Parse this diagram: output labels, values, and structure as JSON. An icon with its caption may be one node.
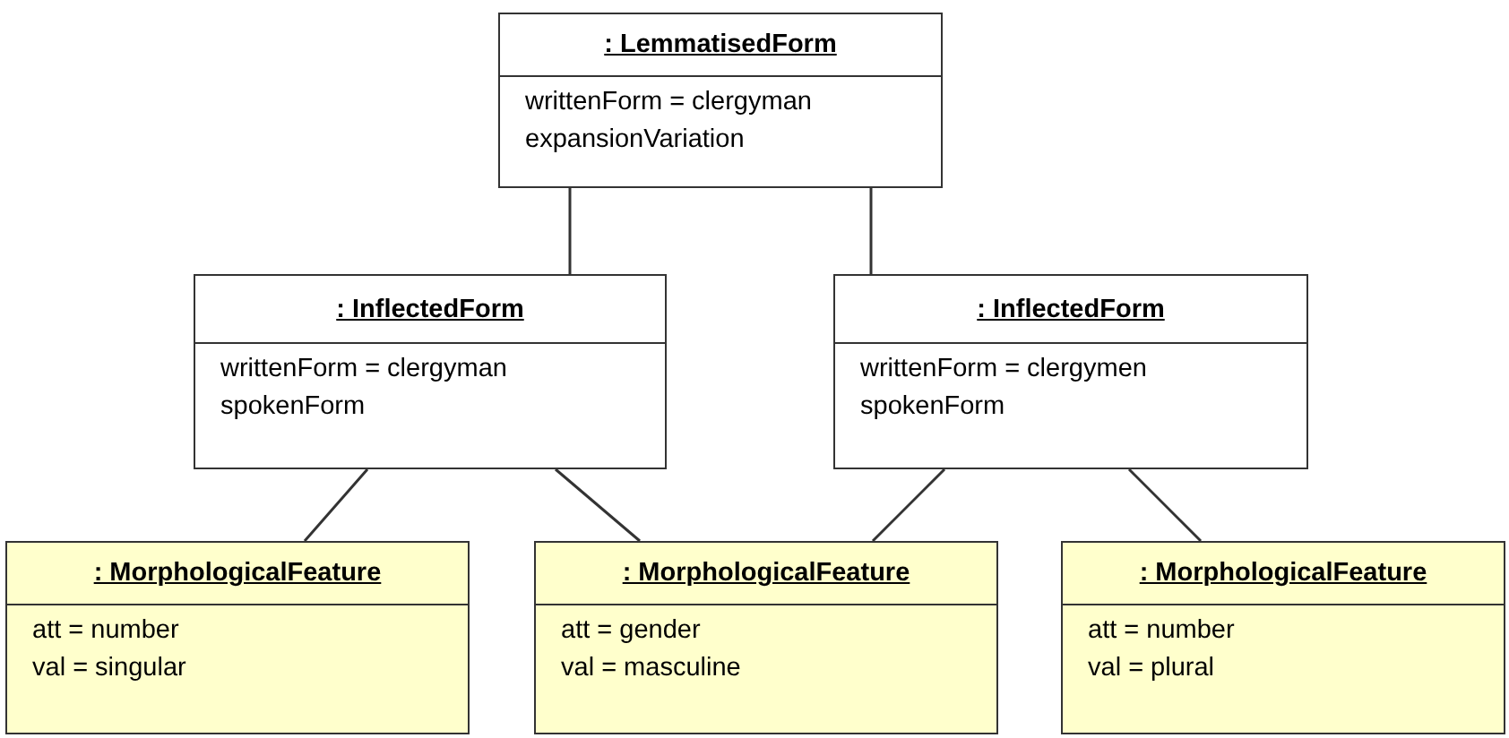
{
  "diagram": {
    "nodes": [
      {
        "text": [
          ": LemmatisedForm",
          "writtenForm = clergyman",
          "expansionVariation"
        ]
      },
      {
        "text": [
          ": InflectedForm",
          "writtenForm = clergyman",
          "spokenForm"
        ]
      },
      {
        "text": [
          ": InflectedForm",
          "writtenForm = clergymen",
          "spokenForm"
        ]
      },
      {
        "text": [
          ": MorphologicalFeature",
          "att = number",
          "val = singular"
        ]
      },
      {
        "text": [
          ": MorphologicalFeature",
          "att = gender",
          "val = masculine"
        ]
      },
      {
        "text": [
          ": MorphologicalFeature",
          "att = number",
          "val = plural"
        ]
      }
    ],
    "edges": [
      {
        "from": 0,
        "to": 1,
        "arrow": "none"
      },
      {
        "from": 0,
        "to": 2,
        "arrow": "none"
      },
      {
        "from": 1,
        "to": 3,
        "arrow": "none"
      },
      {
        "from": 1,
        "to": 4,
        "arrow": "none"
      },
      {
        "from": 2,
        "to": 4,
        "arrow": "none"
      },
      {
        "from": 2,
        "to": 5,
        "arrow": "none"
      }
    ]
  }
}
